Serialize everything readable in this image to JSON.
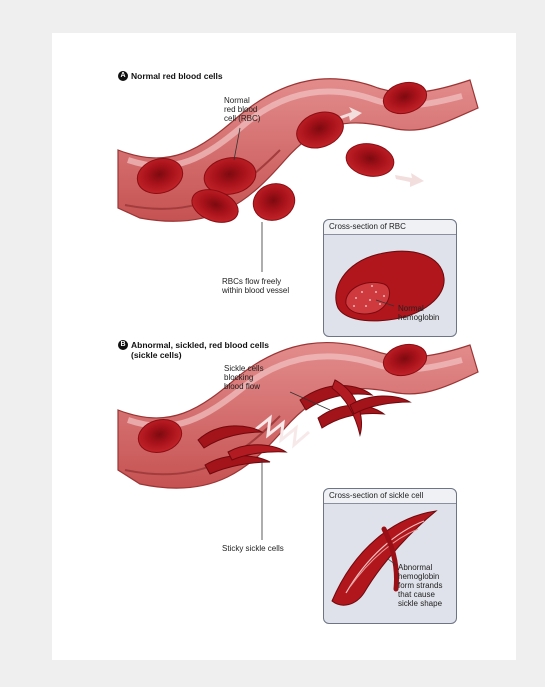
{
  "panel_a": {
    "badge": "A",
    "title": "Normal red blood cells",
    "label_rbc": [
      "Normal",
      "red blood",
      "cell (RBC)"
    ],
    "label_flow": [
      "RBCs flow freely",
      "within blood vessel"
    ],
    "inset_title": "Cross-section of RBC",
    "inset_label": [
      "Normal",
      "hemoglobin"
    ]
  },
  "panel_b": {
    "badge": "B",
    "title": [
      "Abnormal, sickled, red blood cells",
      "(sickle cells)"
    ],
    "label_block": [
      "Sickle cells",
      "blocking",
      "blood flow"
    ],
    "label_sticky": "Sticky sickle cells",
    "inset_title": "Cross-section of sickle cell",
    "inset_label": [
      "Abnormal",
      "hemoglobin",
      "form strands",
      "that cause",
      "sickle shape"
    ]
  },
  "colors": {
    "vessel_outer": "#cf5a5a",
    "vessel_inner": "#e9a3a3",
    "cell": "#b3131a",
    "cell_dark": "#7e0a10",
    "inset_bg": "#dfe2ea"
  }
}
